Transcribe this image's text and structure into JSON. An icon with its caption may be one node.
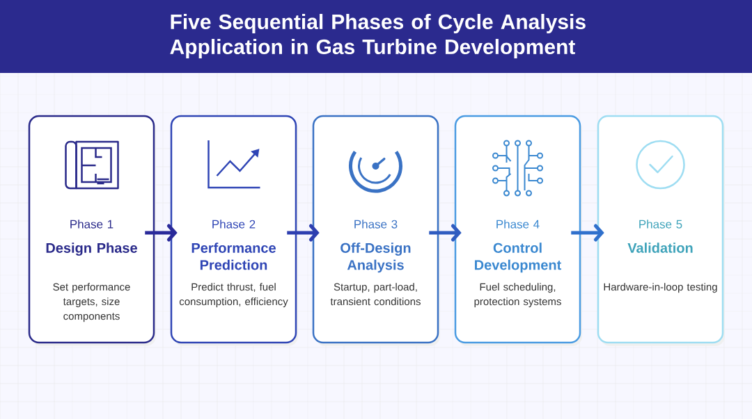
{
  "diagram": {
    "title": "Five Sequential Phases of Cycle Analysis Application in Gas Turbine Development",
    "nodes": [
      {
        "text": [
          "Phase 1",
          "Design Phase",
          "Set performance targets, size components"
        ]
      },
      {
        "text": [
          "Phase 2",
          "Performance Prediction",
          "Predict thrust, fuel consumption, efficiency"
        ]
      },
      {
        "text": [
          "Phase 3",
          "Off-Design Analysis",
          "Startup, part-load, transient conditions"
        ]
      },
      {
        "text": [
          "Phase 4",
          "Control Development",
          "Fuel scheduling, protection systems"
        ]
      },
      {
        "text": [
          "Phase 5",
          "Validation",
          "Hardware-in-loop testing"
        ]
      }
    ],
    "edges": [
      {
        "from": 0,
        "to": 1,
        "arrow": "to"
      },
      {
        "from": 1,
        "to": 2,
        "arrow": "to"
      },
      {
        "from": 2,
        "to": 3,
        "arrow": "to"
      },
      {
        "from": 3,
        "to": 4,
        "arrow": "to"
      }
    ]
  }
}
